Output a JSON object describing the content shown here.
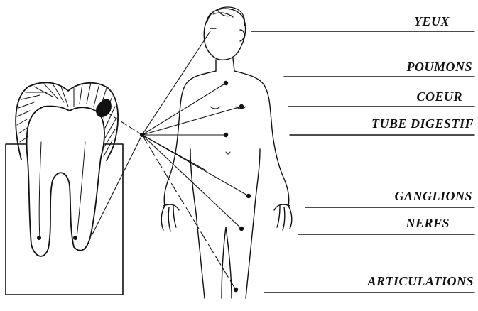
{
  "labels": {
    "yeux": "YEUX",
    "poumons": "POUMONS",
    "coeur": "COEUR",
    "tube_digestif": "TUBE DIGESTIF",
    "ganglions": "GANGLIONS",
    "nerfs": "NERFS",
    "articulations": "ARTICULATIONS"
  }
}
